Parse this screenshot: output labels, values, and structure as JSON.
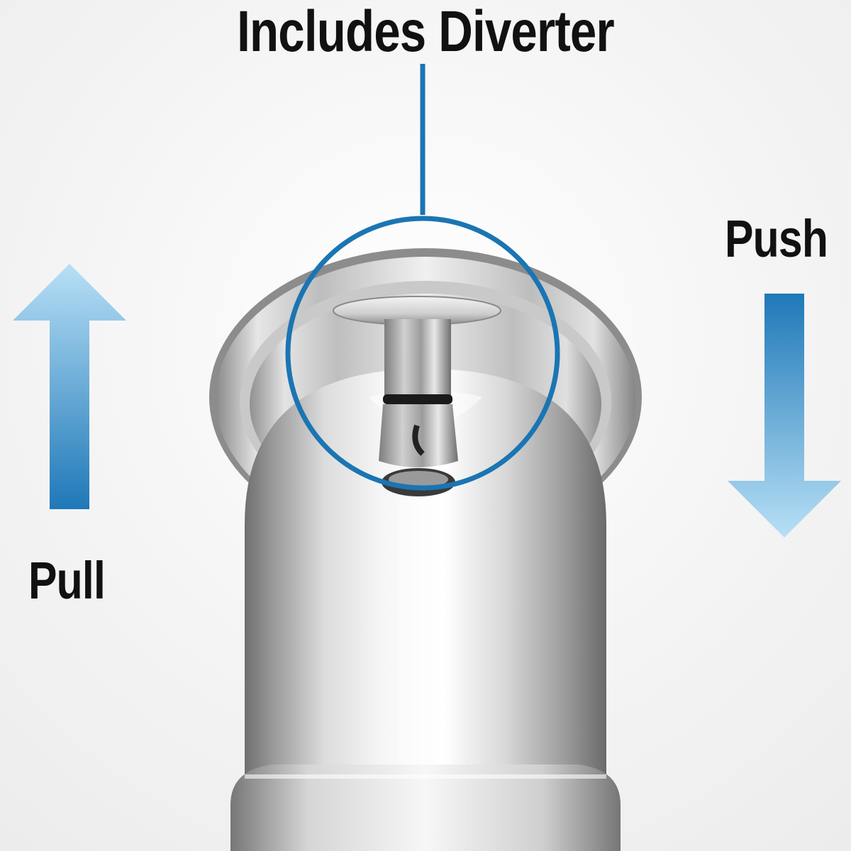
{
  "callout": {
    "title": "Includes Diverter",
    "ring_color": "#1b75b3"
  },
  "arrows": {
    "push_label": "Push",
    "pull_label": "Pull",
    "gradient_dark": "#1f78b8",
    "gradient_light": "#b8e0f6"
  },
  "product": {
    "subject": "chrome-tub-spout-with-diverter"
  }
}
